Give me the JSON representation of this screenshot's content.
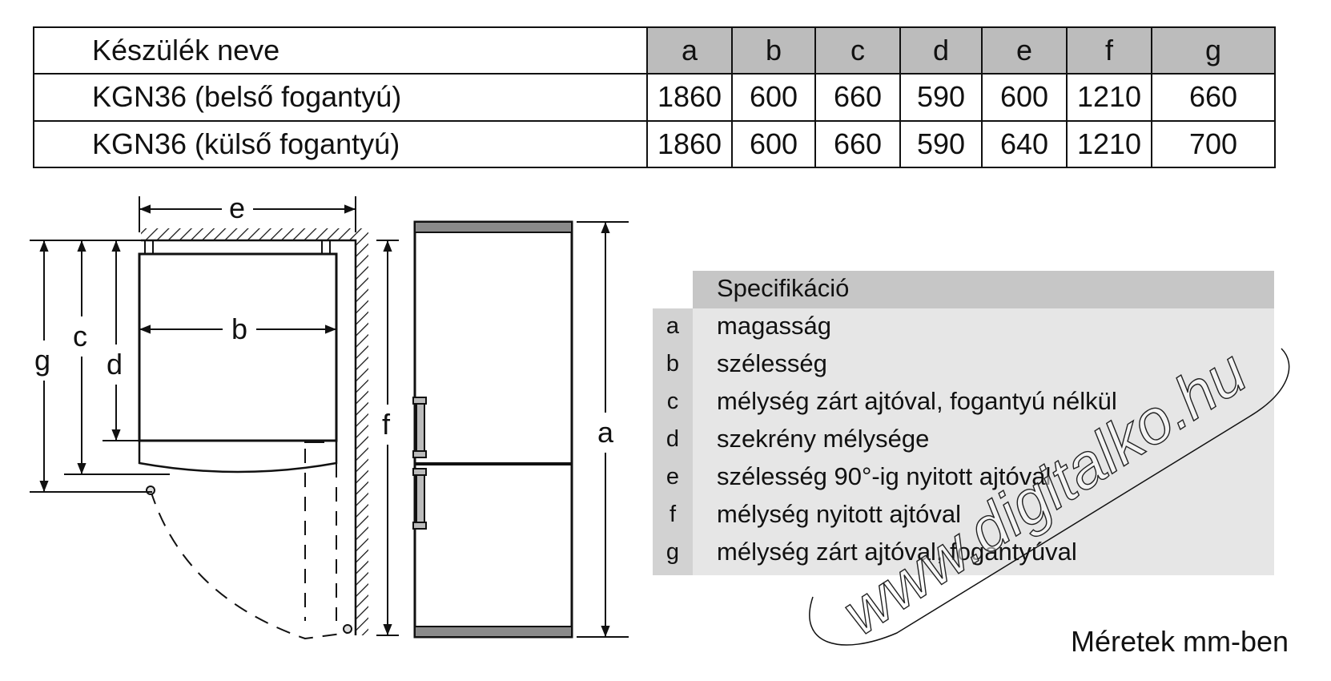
{
  "table": {
    "headers": [
      "Készülék neve",
      "a",
      "b",
      "c",
      "d",
      "e",
      "f",
      "g"
    ],
    "rows": [
      {
        "name": "KGN36 (belső fogantyú)",
        "values": [
          "1860",
          "600",
          "660",
          "590",
          "600",
          "1210",
          "660"
        ]
      },
      {
        "name": "KGN36 (külső fogantyú)",
        "values": [
          "1860",
          "600",
          "660",
          "590",
          "640",
          "1210",
          "700"
        ]
      }
    ]
  },
  "diagram_labels": {
    "a": "a",
    "b": "b",
    "c": "c",
    "d": "d",
    "e": "e",
    "f": "f",
    "g": "g"
  },
  "spec": {
    "title": "Specifikáció",
    "items": [
      {
        "letter": "a",
        "text": "magasság"
      },
      {
        "letter": "b",
        "text": "szélesség"
      },
      {
        "letter": "c",
        "text": "mélység zárt ajtóval, fogantyú nélkül"
      },
      {
        "letter": "d",
        "text": "szekrény mélysége"
      },
      {
        "letter": "e",
        "text": "szélesség 90°-ig nyitott ajtóval"
      },
      {
        "letter": "f",
        "text": "mélység nyitott ajtóval"
      },
      {
        "letter": "g",
        "text": "mélység zárt ajtóval, fogantyúval"
      }
    ]
  },
  "units": "Méretek mm-ben",
  "watermark": "www.digitalko.hu"
}
